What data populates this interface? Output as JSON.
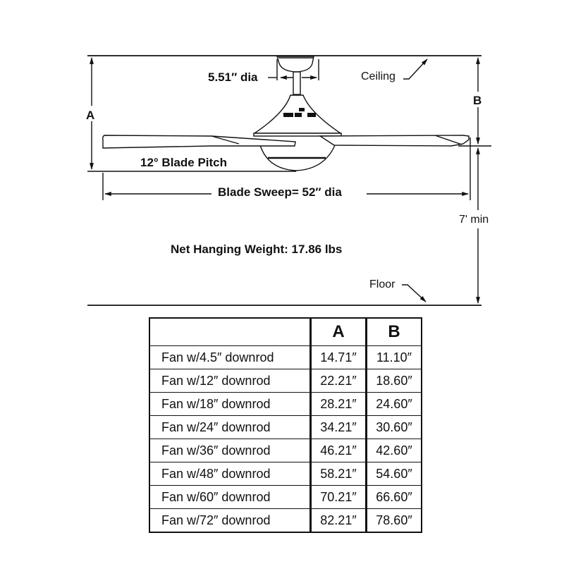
{
  "diagram": {
    "canopy_diameter": "5.51″ dia",
    "ceiling_label": "Ceiling",
    "floor_label": "Floor",
    "dimension_a_label": "A",
    "dimension_b_label": "B",
    "blade_pitch": "12° Blade Pitch",
    "blade_sweep": "Blade Sweep= 52″ dia",
    "min_clearance": "7' min",
    "net_weight": "Net Hanging Weight: 17.86 lbs"
  },
  "table": {
    "headers": [
      "",
      "A",
      "B"
    ],
    "rows": [
      {
        "label": "Fan w/4.5″ downrod",
        "a": "14.71″",
        "b": "11.10″"
      },
      {
        "label": "Fan w/12″ downrod",
        "a": "22.21″",
        "b": "18.60″"
      },
      {
        "label": "Fan w/18″ downrod",
        "a": "28.21″",
        "b": "24.60″"
      },
      {
        "label": "Fan w/24″ downrod",
        "a": "34.21″",
        "b": "30.60″"
      },
      {
        "label": "Fan w/36″ downrod",
        "a": "46.21″",
        "b": "42.60″"
      },
      {
        "label": "Fan w/48″ downrod",
        "a": "58.21″",
        "b": "54.60″"
      },
      {
        "label": "Fan w/60″ downrod",
        "a": "70.21″",
        "b": "66.60″"
      },
      {
        "label": "Fan w/72″ downrod",
        "a": "82.21″",
        "b": "78.60″"
      }
    ]
  }
}
